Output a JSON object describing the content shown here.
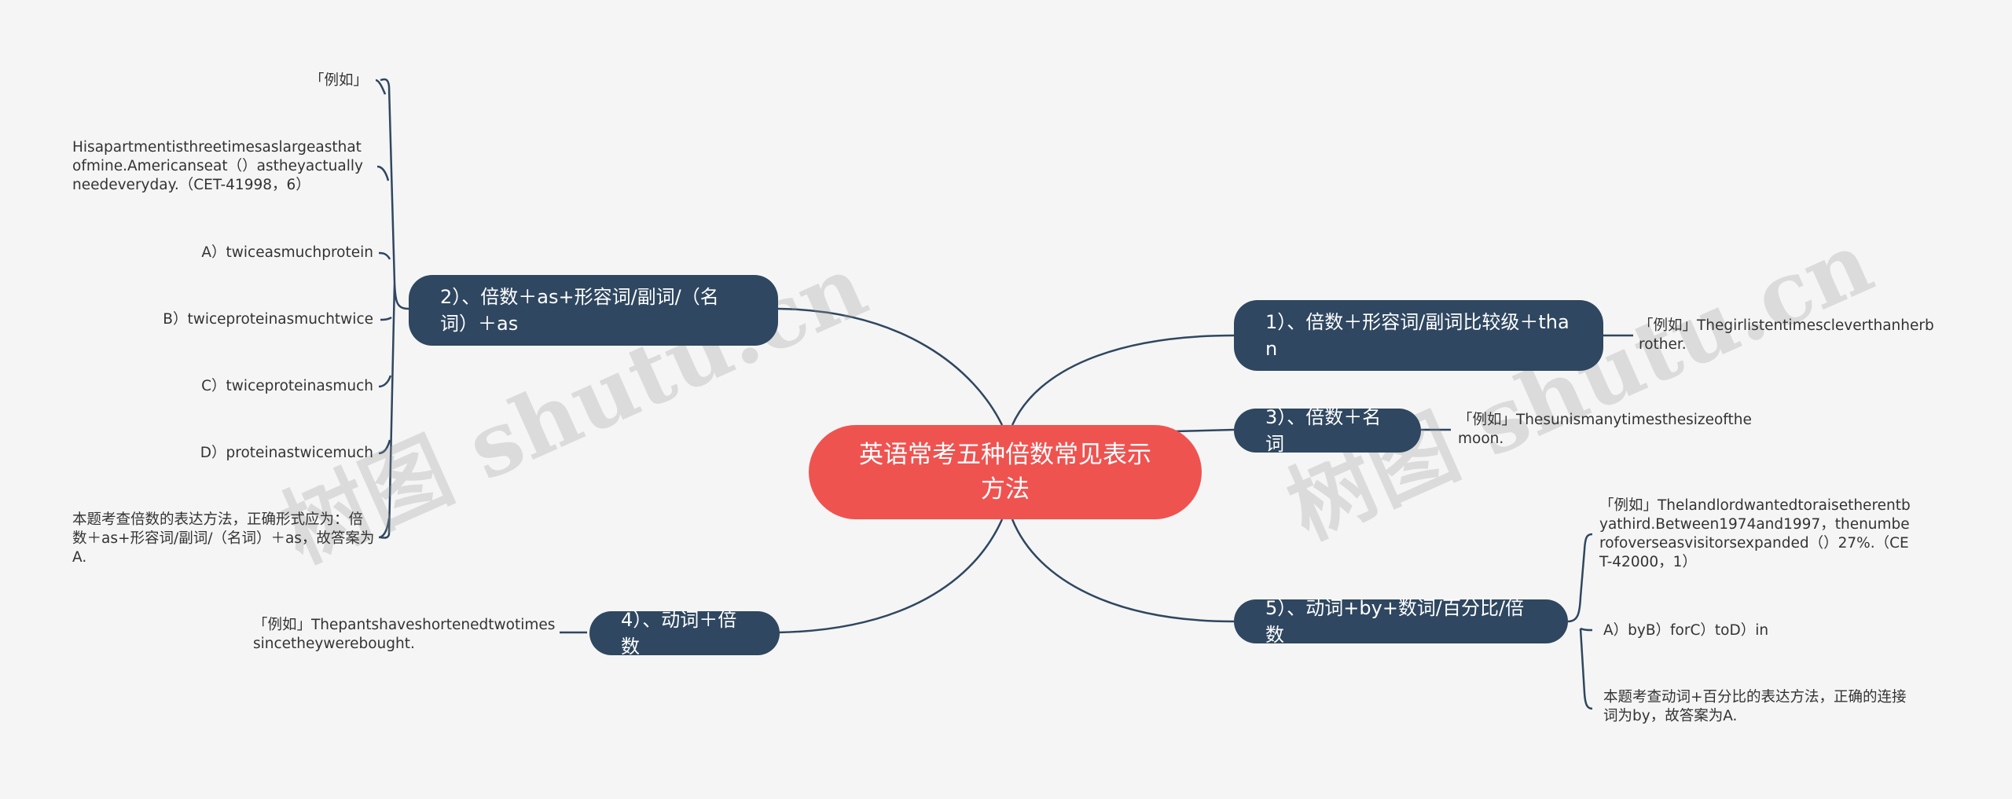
{
  "watermark": "树图 shutu.cn",
  "root": "英语常考五种倍数常见表示方法",
  "branches": {
    "b1": "1）、倍数＋形容词/副词比较级＋than",
    "b2": "2）、倍数＋as+形容词/副词/（名词）＋as",
    "b3": "3）、倍数＋名词",
    "b4": "4）、动词＋倍数",
    "b5": "5）、动词+by+数词/百分比/倍数"
  },
  "leaves": {
    "b1": [
      "「例如」Thegirlistentimescleverthanherbrother."
    ],
    "b2": [
      "「例如」",
      "Hisapartmentisthreetimesaslargeasthatofmine.Americanseat（）astheyactuallyneedeveryday.（CET-41998，6）",
      "A）twiceasmuchprotein",
      "B）twiceproteinasmuchtwice",
      "C）twiceproteinasmuch",
      "D）proteinastwicemuch",
      "本题考查倍数的表达方法，正确形式应为：倍数＋as+形容词/副词/（名词）＋as，故答案为A."
    ],
    "b3": [
      "「例如」Thesunismanytimesthesizeofthemoon."
    ],
    "b4": [
      "「例如」Thepantshaveshortenedtwotimessincetheywerebought."
    ],
    "b5": [
      "「例如」Thelandlordwantedtoraisetherentbyathird.Between1974and1997，thenumberofoverseasvisitorsexpanded（）27%.（CET-42000，1）",
      "A）byB）forC）toD）in",
      "本题考查动词+百分比的表达方法，正确的连接词为by，故答案为A."
    ]
  },
  "colors": {
    "background": "#f5f5f5",
    "root": "#ef5350",
    "branch": "#2f4760",
    "line": "#2f4760",
    "text": "#333333"
  }
}
